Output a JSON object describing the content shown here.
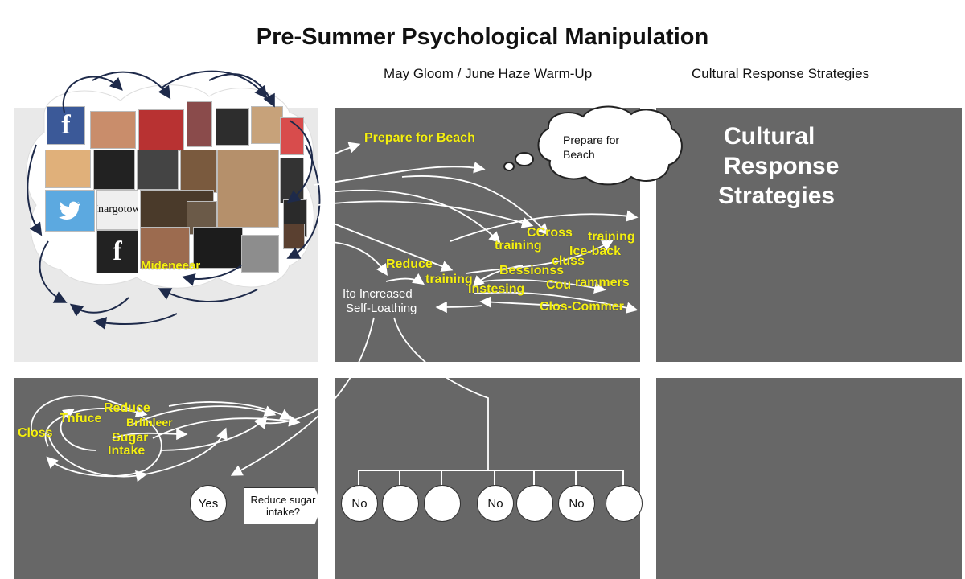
{
  "title": "Pre-Summer Psychological Manipulation",
  "columns": {
    "middle_heading": "May Gloom / June Haze Warm-Up",
    "right_heading": "Cultural Response Strategies"
  },
  "collage": {
    "tiles": [
      {
        "label": "f",
        "color": "#3b5998"
      },
      {
        "label": "",
        "color": "#c98d6b"
      },
      {
        "label": "",
        "color": "#b83232"
      },
      {
        "label": "",
        "color": "#8a4b4b"
      },
      {
        "label": "",
        "color": "#2d2d2d"
      },
      {
        "label": "",
        "color": "#c7a27a"
      },
      {
        "label": "",
        "color": "#d84c4c"
      },
      {
        "label": "",
        "color": "#e0b07a"
      },
      {
        "label": "",
        "color": "#222222"
      },
      {
        "label": "",
        "color": "#444444"
      },
      {
        "label": "",
        "color": "#7a5a3e"
      },
      {
        "label": "",
        "color": "#b5906b"
      },
      {
        "label": "",
        "color": "#333333"
      },
      {
        "label": "",
        "color": "#5ca9e0"
      },
      {
        "label": "Inargotow",
        "color": "#efefef"
      },
      {
        "label": "",
        "color": "#4a3a2a"
      },
      {
        "label": "",
        "color": "#6b5a48"
      },
      {
        "label": "",
        "color": "#2a2a2a"
      },
      {
        "label": "f",
        "color": "#222222"
      },
      {
        "label": "",
        "color": "#9c6b4f"
      },
      {
        "label": "",
        "color": "#1c1c1c"
      },
      {
        "label": "",
        "color": "#8d8d8d"
      },
      {
        "label": "",
        "color": "#5a4030"
      }
    ],
    "overlay_words": [
      "Mideneear"
    ]
  },
  "thought_bubble": {
    "line1": "Prepare for",
    "line2": "Beach"
  },
  "yellow_labels": [
    {
      "text": "Prepare for Beach"
    },
    {
      "text": "CCross"
    },
    {
      "text": "training"
    },
    {
      "text": "training"
    },
    {
      "text": "Ice-back"
    },
    {
      "text": "cluss"
    },
    {
      "text": "Reduce"
    },
    {
      "text": "training"
    },
    {
      "text": "Bessionss"
    },
    {
      "text": "Instesing"
    },
    {
      "text": "Cou"
    },
    {
      "text": "rammers"
    },
    {
      "text": "Clos-Commer"
    }
  ],
  "white_labels": {
    "line1": "Ito Increased",
    "line2": "Self-Loathing"
  },
  "right_panel_text": {
    "line1": "Cultural",
    "line2": "Response",
    "line3": "Strategies"
  },
  "lower_left_labels": [
    {
      "text": "Reduce"
    },
    {
      "text": "Tnfuce"
    },
    {
      "text": "Brfinleer"
    },
    {
      "text": "Closs"
    },
    {
      "text": "Sugar"
    },
    {
      "text": "Intake"
    }
  ],
  "decision_nodes": {
    "yes": "Yes",
    "question_line1": "Reduce sugar",
    "question_line2": "intake?",
    "nodes": [
      "No",
      "",
      "",
      "No",
      "",
      "No",
      ""
    ]
  }
}
